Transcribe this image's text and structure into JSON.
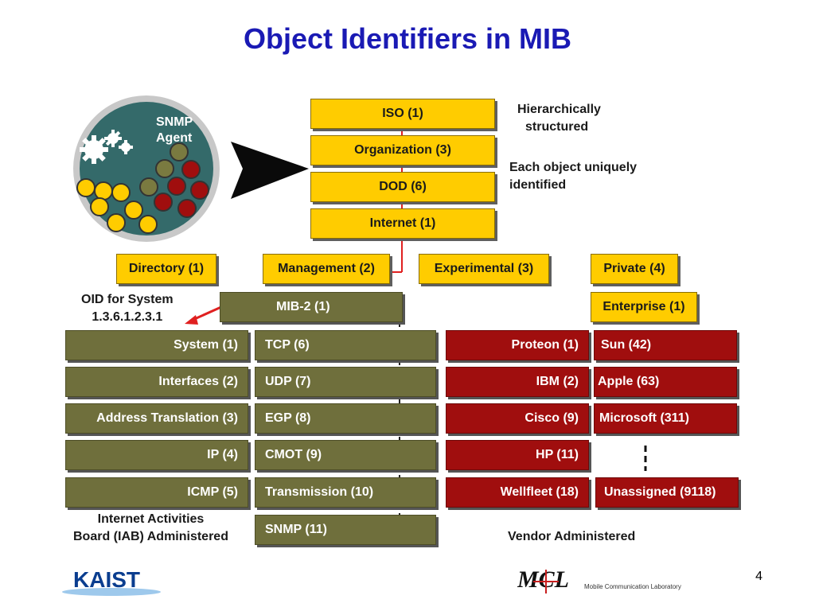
{
  "title": "Object Identifiers in MIB",
  "agent": {
    "label_line1": "SNMP",
    "label_line2": "Agent"
  },
  "hierarchy": {
    "iso": "ISO (1)",
    "organization": "Organization (3)",
    "dod": "DOD (6)",
    "internet": "Internet (1)"
  },
  "notes": {
    "hier_line1": "Hierarchically",
    "hier_line2": "structured",
    "unique_line1": "Each object uniquely",
    "unique_line2": "identified",
    "oid_line1": "OID for System",
    "oid_line2": "1.3.6.1.2.3.1",
    "iab_line1": "Internet Activities",
    "iab_line2": "Board (IAB) Administered",
    "vendor": "Vendor Administered"
  },
  "level2": {
    "directory": "Directory (1)",
    "management": "Management (2)",
    "experimental": "Experimental (3)",
    "private": "Private (4)"
  },
  "mib2": "MIB-2  (1)",
  "enterprise": "Enterprise (1)",
  "mib_left": [
    "System (1)",
    "Interfaces (2)",
    "Address Translation (3)",
    "IP (4)",
    "ICMP (5)"
  ],
  "mib_right": [
    "TCP (6)",
    "UDP (7)",
    "EGP (8)",
    "CMOT (9)",
    "Transmission (10)",
    "SNMP (11)"
  ],
  "vendor_left": [
    "Proteon (1)",
    "IBM (2)",
    "Cisco (9)",
    "HP (11)",
    "Wellfleet (18)"
  ],
  "vendor_right": [
    "Sun (42)",
    "Apple (63)",
    "Microsoft (311)",
    "Unassigned (9118)"
  ],
  "footer": {
    "kaist": "KAIST",
    "mcl_logo": "MCL",
    "mcl_text": "Mobile Communication Laboratory",
    "page_number": "4"
  },
  "colors": {
    "title": "#1a1ab4",
    "yellow_box": "#ffcc00",
    "olive_box": "#6f6f3c",
    "red_box": "#a00e0e",
    "connector": "#e02020"
  }
}
